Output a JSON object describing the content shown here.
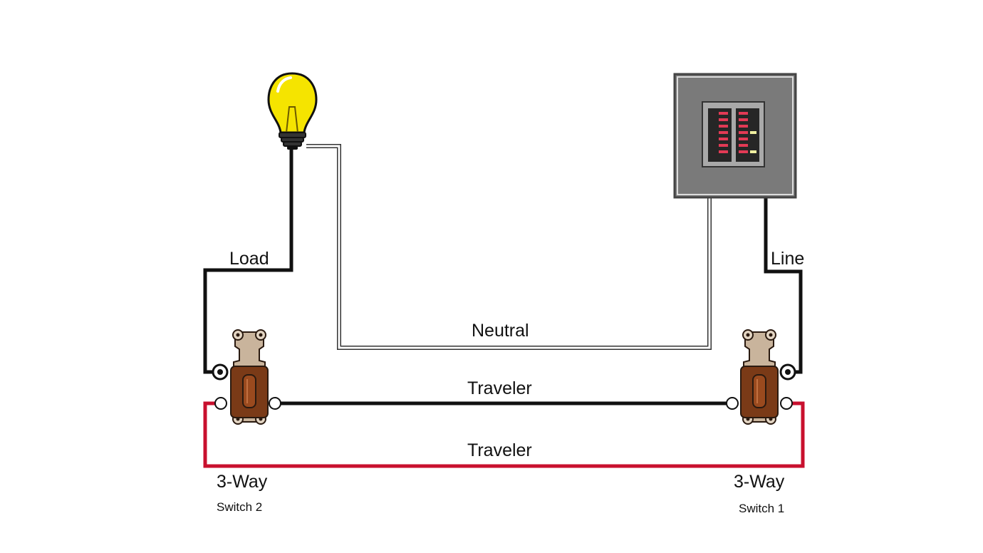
{
  "labels": {
    "load": "Load",
    "line": "Line",
    "neutral": "Neutral",
    "traveler_top": "Traveler",
    "traveler_bottom": "Traveler",
    "switch2_type": "3-Way",
    "switch2_name": "Switch 2",
    "switch1_type": "3-Way",
    "switch1_name": "Switch 1"
  },
  "colors": {
    "hot_wire": "#111111",
    "neutral_wire": "#ffffff",
    "red_traveler": "#c8102e",
    "bulb": "#f5e400",
    "panel": "#7a7a7a",
    "switch_plate": "#c9b49c",
    "toggle": "#9a4a1e"
  },
  "icons": {
    "bulb": "light-bulb-icon",
    "panel": "breaker-panel-icon",
    "switch": "three-way-switch-icon"
  }
}
